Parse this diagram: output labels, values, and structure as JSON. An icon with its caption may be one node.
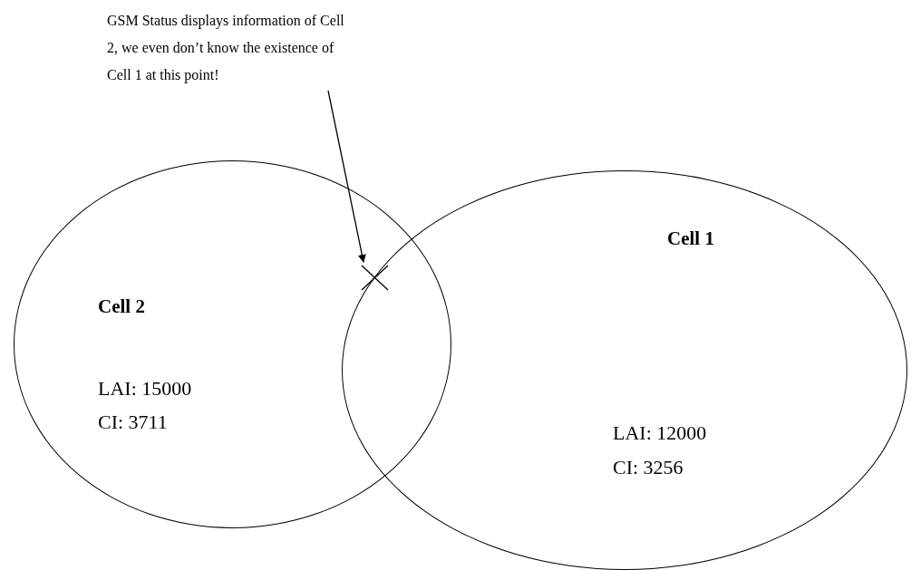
{
  "diagram": {
    "nodes": [
      {
        "text": [
          "GSM Status displays information of Cell 2, we even don’t know the existence of Cell 1 at this point!"
        ]
      },
      {
        "text": [
          "Cell 2",
          "LAI: 15000",
          "CI: 3711"
        ]
      },
      {
        "text": [
          "Cell 1",
          "LAI: 12000",
          "CI: 3256"
        ]
      },
      {
        "text": [],
        "shape": "cross"
      }
    ],
    "edges": [
      {
        "from": 0,
        "to": 3,
        "arrow": "to"
      }
    ]
  }
}
